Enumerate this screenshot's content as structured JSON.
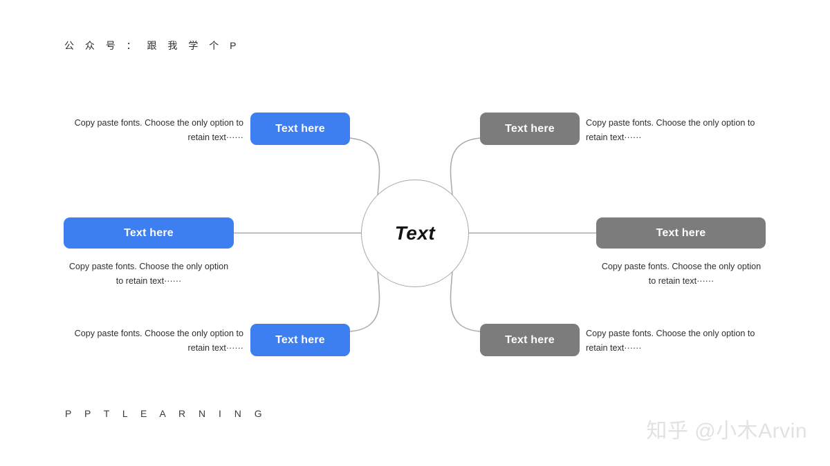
{
  "header": {
    "title": "公 众 号 ：  跟 我 学 个 P"
  },
  "hub": {
    "label": "Text"
  },
  "colors": {
    "blue": "#3d7ef0",
    "gray": "#7c7c7c",
    "connector": "#a8a8a8",
    "text": "#2e2e2e",
    "watermark": "#e2e2e2",
    "background": "#ffffff"
  },
  "nodes": {
    "top_left": {
      "button_label": "Text here",
      "description": "Copy paste fonts. Choose the only option to retain text······",
      "color": "blue"
    },
    "middle_left": {
      "button_label": "Text here",
      "description": "Copy paste fonts. Choose the only option to retain text······",
      "color": "blue"
    },
    "bottom_left": {
      "button_label": "Text here",
      "description": "Copy paste fonts. Choose the only option to retain text······",
      "color": "blue"
    },
    "top_right": {
      "button_label": "Text here",
      "description": "Copy paste fonts. Choose the only option to retain text······",
      "color": "gray"
    },
    "middle_right": {
      "button_label": "Text here",
      "description": "Copy paste fonts. Choose the only option to retain text······",
      "color": "gray"
    },
    "bottom_right": {
      "button_label": "Text here",
      "description": "Copy paste fonts. Choose the only option to retain text······",
      "color": "gray"
    }
  },
  "footer": {
    "label": "P P T   L E A R N I N G"
  },
  "watermark": {
    "text": "知乎 @小木Arvin"
  }
}
